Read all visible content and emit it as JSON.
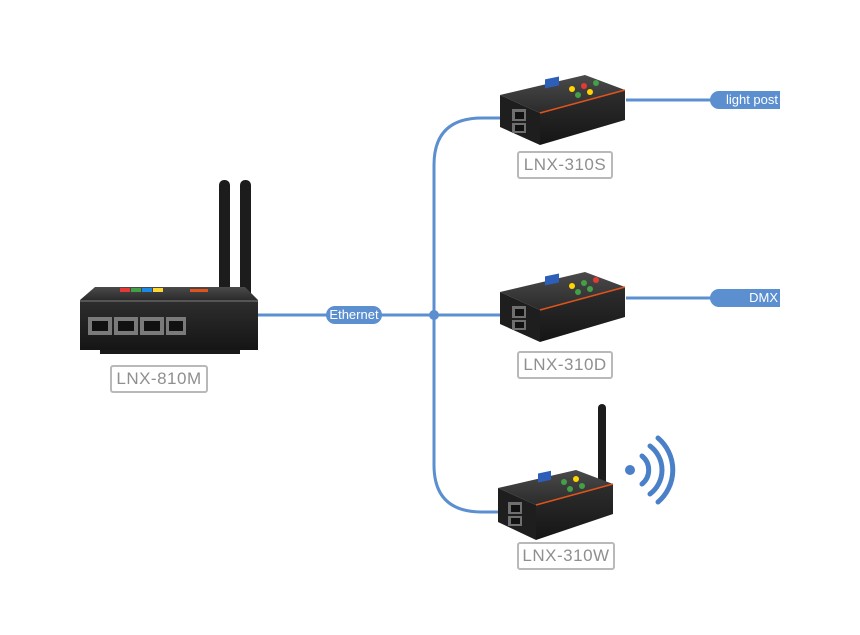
{
  "devices": {
    "gateway": {
      "label": "LNX-810M"
    },
    "node_s": {
      "label": "LNX-310S"
    },
    "node_d": {
      "label": "LNX-310D"
    },
    "node_w": {
      "label": "LNX-310W"
    }
  },
  "connections": {
    "ethernet_label": "Ethernet",
    "light_post_label": "light post",
    "dmx_label": "DMX"
  },
  "colors": {
    "line": "#5b8fd0",
    "device_body": "#2a2a2a",
    "accent_orange": "#e0531c",
    "label_border": "#b9b9b9"
  }
}
